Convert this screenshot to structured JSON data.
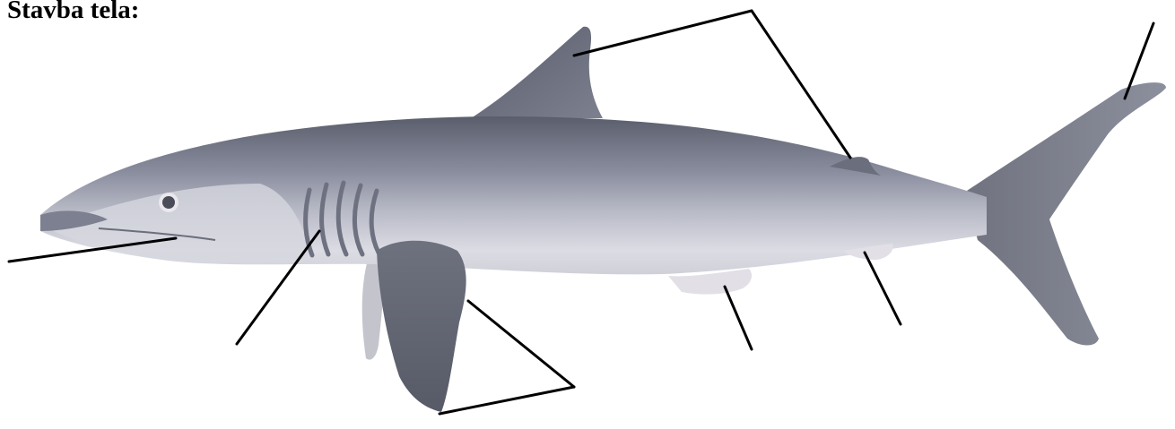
{
  "title": "Stavba tela:",
  "diagram": {
    "subject": "shark",
    "label_line_color": "#000000",
    "body_colors": {
      "dorsal": "#5e6270",
      "flank": "#9fa2b3",
      "belly": "#e6e6ec",
      "fin": "#6b6e7c",
      "pale_fin": "#e2e0e6"
    },
    "leader_lines": [
      "snout-mouth",
      "gill-slits",
      "pectoral-fins",
      "first-dorsal-fin",
      "second-dorsal-fin",
      "caudal-fin",
      "pelvic-fin",
      "anal-fin"
    ]
  }
}
